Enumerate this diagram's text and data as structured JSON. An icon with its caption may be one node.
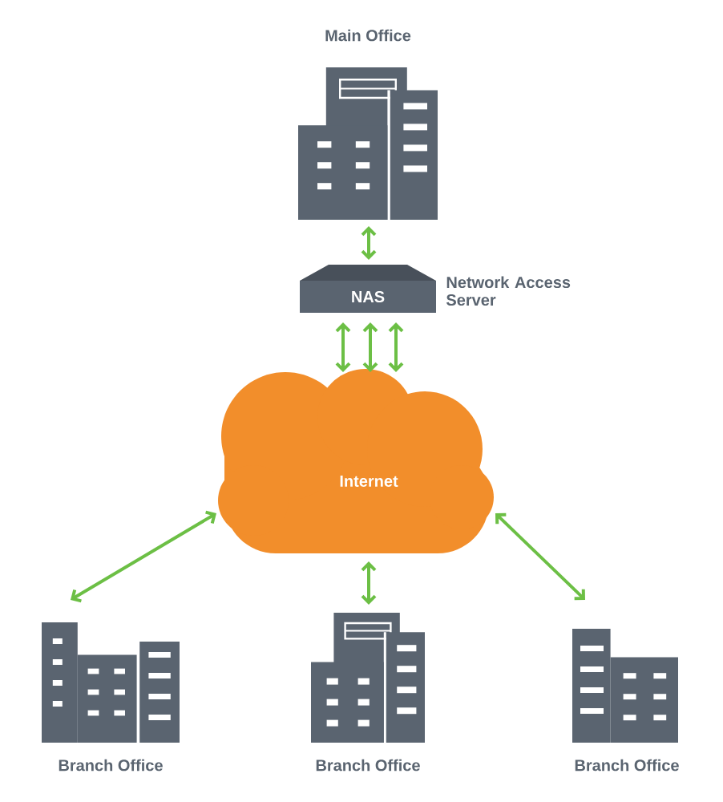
{
  "diagram": {
    "nodes": [
      {
        "text": [
          "Main Office"
        ]
      },
      {
        "text": [
          "NAS"
        ],
        "beside": [
          "Network Access Server"
        ]
      },
      {
        "text": [
          "Internet"
        ]
      },
      {
        "text": [
          "Branch Office"
        ]
      },
      {
        "text": [
          "Branch Office"
        ]
      },
      {
        "text": [
          "Branch Office"
        ]
      }
    ],
    "edges": [
      {
        "from": 0,
        "to": 1,
        "arrow": "both"
      },
      {
        "from": 1,
        "to": 2,
        "arrow": "both"
      },
      {
        "from": 1,
        "to": 2,
        "arrow": "both"
      },
      {
        "from": 1,
        "to": 2,
        "arrow": "both"
      },
      {
        "from": 2,
        "to": 3,
        "arrow": "both"
      },
      {
        "from": 2,
        "to": 4,
        "arrow": "both"
      },
      {
        "from": 2,
        "to": 5,
        "arrow": "both"
      }
    ]
  }
}
